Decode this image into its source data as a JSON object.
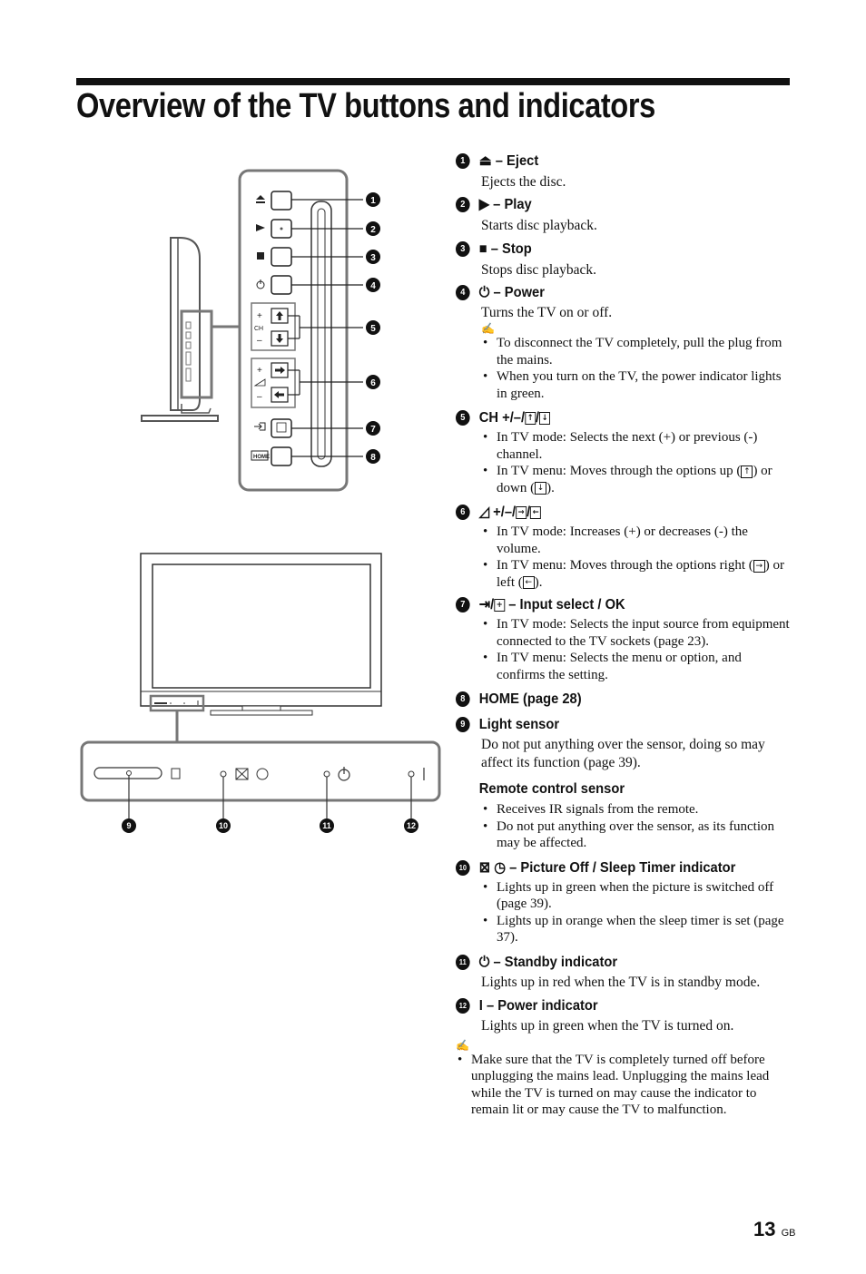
{
  "page_title": "Overview of the TV buttons and indicators",
  "page_number": "13",
  "page_lang": "GB",
  "diagram": {
    "callouts": [
      "1",
      "2",
      "3",
      "4",
      "5",
      "6",
      "7",
      "8",
      "9",
      "10",
      "11",
      "12"
    ],
    "panel_labels": {
      "ch": "CH",
      "home": "HOME",
      "plus": "+",
      "minus": "–"
    }
  },
  "items": [
    {
      "num": "1",
      "icon": "eject-icon",
      "title": "– Eject",
      "desc": "Ejects the disc."
    },
    {
      "num": "2",
      "icon": "play-icon",
      "title": "– Play",
      "desc": "Starts disc playback."
    },
    {
      "num": "3",
      "icon": "stop-icon",
      "title": "– Stop",
      "desc": "Stops disc playback."
    },
    {
      "num": "4",
      "icon": "power-icon",
      "title": "– Power",
      "desc": "Turns the TV on or off.",
      "bullets": [
        "To disconnect the TV completely, pull the plug from the mains.",
        "When you turn on the TV, the power indicator lights in green."
      ]
    },
    {
      "num": "5",
      "title": "CH +/–/",
      "bullets": [
        "In TV mode: Selects the next (+) or previous (-) channel.",
        "In TV menu: Moves through the options up (",
        ") or down (",
        ")."
      ]
    },
    {
      "num": "6",
      "title": "+/–/",
      "bullets": [
        "In TV mode: Increases (+) or decreases (-) the volume.",
        "In TV menu: Moves through the options right (",
        ") or left (",
        ")."
      ]
    },
    {
      "num": "7",
      "title": "– Input select / OK",
      "bullets": [
        "In TV mode: Selects the input source from equipment connected to the TV sockets (page 23).",
        "In TV menu: Selects the menu or option, and confirms the setting."
      ]
    },
    {
      "num": "8",
      "title": "HOME (page 28)"
    },
    {
      "num": "9",
      "title": "Light sensor",
      "desc": "Do not put anything over the sensor, doing so may affect its function (page 39).",
      "subhead": "Remote control sensor",
      "bullets": [
        "Receives IR signals from the remote.",
        "Do not put anything over the sensor, as its function may be affected."
      ]
    },
    {
      "num": "10",
      "title": "– Picture Off / Sleep Timer indicator",
      "bullets": [
        "Lights up in green when the picture is switched off (page 39).",
        "Lights up in orange when the sleep timer is set (page 37)."
      ]
    },
    {
      "num": "11",
      "title": "– Standby indicator",
      "desc": "Lights up in red when the TV is in standby mode."
    },
    {
      "num": "12",
      "title": "I – Power indicator",
      "desc": "Lights up in green when the TV is turned on."
    }
  ],
  "final_note": "Make sure that the TV is completely turned off before unplugging the mains lead. Unplugging the mains lead while the TV is turned on may cause the indicator to remain lit or may cause the TV to malfunction."
}
